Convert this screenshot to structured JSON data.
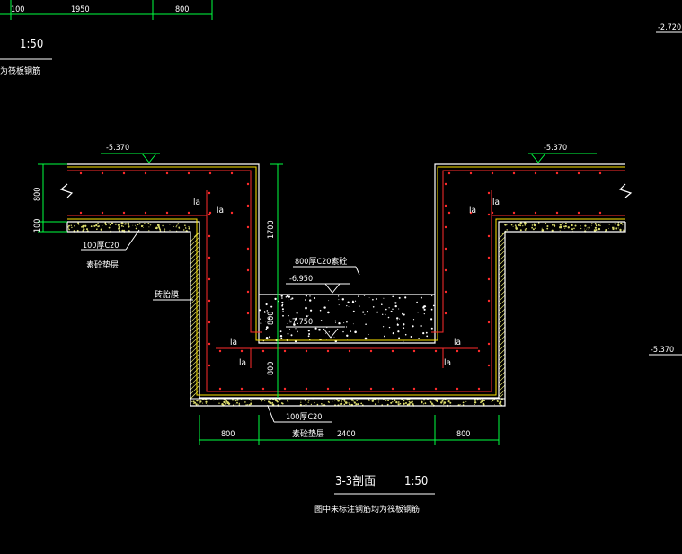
{
  "colors": {
    "background": "#000000",
    "concrete": "#ffffff",
    "rebar": "#ff2b2b",
    "dimension": "#00ff40",
    "cushion": "#d9d96a",
    "waterproof": "#ffe600",
    "text": "#ffffff"
  },
  "top_fragment": {
    "dims": [
      "100",
      "1950",
      "800"
    ],
    "scale": "1:50",
    "note": "为筏板钢筋"
  },
  "right_levels": {
    "upper": "-2.720",
    "lower": "-5.370"
  },
  "section": {
    "level_left": "-5.370",
    "level_right": "-5.370",
    "dim_slab": "800",
    "dim_cushion": "100",
    "dim_pit_depth": "1700",
    "dim_fill": "800",
    "dim_pit_bottom": "800",
    "left_cushion_label": "100厚C20",
    "left_cushion_label_2": "素砼垫层",
    "brick_wall_label": "砖胎膜",
    "fill_label": "800厚C20素砼",
    "level_fill_top": "-6.950",
    "level_pit_floor": "-7.750",
    "bottom_cushion_label": "100厚C20",
    "bottom_cushion_label_2": "素砼垫层",
    "la": "la",
    "dim_bottom": [
      "800",
      "2400",
      "800"
    ]
  },
  "title": {
    "name": "3-3剖面",
    "scale": "1:50",
    "note": "图中未标注钢筋均为筏板钢筋"
  }
}
